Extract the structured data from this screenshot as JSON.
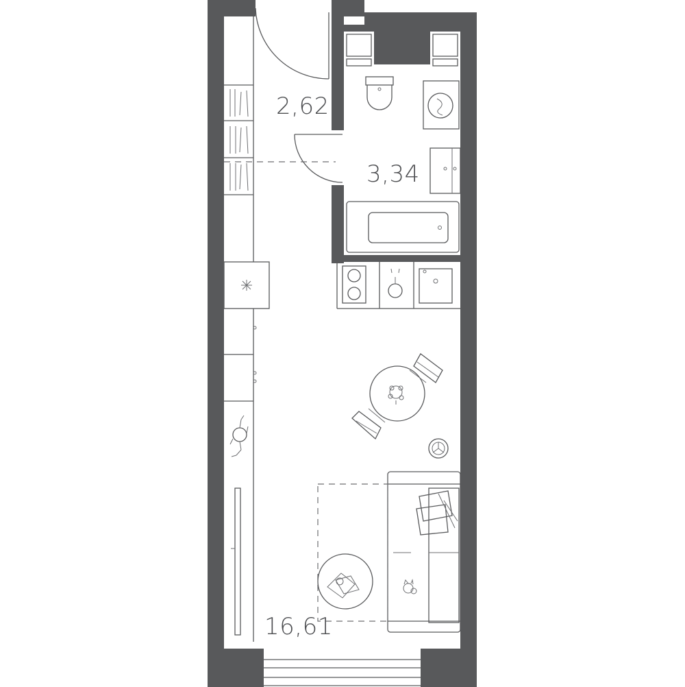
{
  "areas": {
    "hallway": "2,62",
    "bathroom": "3,34",
    "living_room": "16,61"
  },
  "colors": {
    "wall": "#58595b",
    "line": "#6d6e71",
    "background": "#ffffff"
  }
}
